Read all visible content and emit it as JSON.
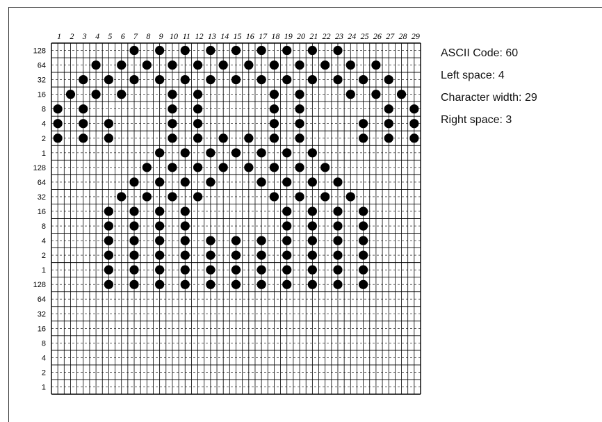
{
  "column_numbers": [
    "1",
    "2",
    "3",
    "4",
    "5",
    "6",
    "7",
    "8",
    "9",
    "10",
    "11",
    "12",
    "13",
    "14",
    "15",
    "16",
    "17",
    "18",
    "19",
    "20",
    "21",
    "22",
    "23",
    "24",
    "25",
    "26",
    "27",
    "28",
    "29"
  ],
  "row_labels": [
    "128",
    "64",
    "32",
    "16",
    "8",
    "4",
    "2",
    "1",
    "128",
    "64",
    "32",
    "16",
    "8",
    "4",
    "2",
    "1",
    "128",
    "64",
    "32",
    "16",
    "8",
    "4",
    "2",
    "1"
  ],
  "info": {
    "ascii_code": "ASCII Code: 60",
    "left_space": "Left space: 4",
    "character_width": "Character width: 29",
    "right_space": "Right space: 3"
  },
  "dots": [
    [
      7,
      0
    ],
    [
      9,
      0
    ],
    [
      11,
      0
    ],
    [
      13,
      0
    ],
    [
      15,
      0
    ],
    [
      17,
      0
    ],
    [
      19,
      0
    ],
    [
      21,
      0
    ],
    [
      23,
      0
    ],
    [
      4,
      1
    ],
    [
      6,
      1
    ],
    [
      8,
      1
    ],
    [
      10,
      1
    ],
    [
      12,
      1
    ],
    [
      14,
      1
    ],
    [
      16,
      1
    ],
    [
      18,
      1
    ],
    [
      20,
      1
    ],
    [
      22,
      1
    ],
    [
      24,
      1
    ],
    [
      26,
      1
    ],
    [
      3,
      2
    ],
    [
      5,
      2
    ],
    [
      7,
      2
    ],
    [
      9,
      2
    ],
    [
      11,
      2
    ],
    [
      13,
      2
    ],
    [
      15,
      2
    ],
    [
      17,
      2
    ],
    [
      19,
      2
    ],
    [
      21,
      2
    ],
    [
      23,
      2
    ],
    [
      25,
      2
    ],
    [
      27,
      2
    ],
    [
      2,
      3
    ],
    [
      4,
      3
    ],
    [
      6,
      3
    ],
    [
      10,
      3
    ],
    [
      12,
      3
    ],
    [
      18,
      3
    ],
    [
      20,
      3
    ],
    [
      24,
      3
    ],
    [
      26,
      3
    ],
    [
      28,
      3
    ],
    [
      1,
      4
    ],
    [
      3,
      4
    ],
    [
      10,
      4
    ],
    [
      12,
      4
    ],
    [
      18,
      4
    ],
    [
      20,
      4
    ],
    [
      27,
      4
    ],
    [
      29,
      4
    ],
    [
      1,
      5
    ],
    [
      3,
      5
    ],
    [
      5,
      5
    ],
    [
      10,
      5
    ],
    [
      12,
      5
    ],
    [
      18,
      5
    ],
    [
      20,
      5
    ],
    [
      25,
      5
    ],
    [
      27,
      5
    ],
    [
      29,
      5
    ],
    [
      1,
      6
    ],
    [
      3,
      6
    ],
    [
      5,
      6
    ],
    [
      10,
      6
    ],
    [
      12,
      6
    ],
    [
      14,
      6
    ],
    [
      16,
      6
    ],
    [
      18,
      6
    ],
    [
      20,
      6
    ],
    [
      25,
      6
    ],
    [
      27,
      6
    ],
    [
      29,
      6
    ],
    [
      9,
      7
    ],
    [
      11,
      7
    ],
    [
      13,
      7
    ],
    [
      15,
      7
    ],
    [
      17,
      7
    ],
    [
      19,
      7
    ],
    [
      21,
      7
    ],
    [
      8,
      8
    ],
    [
      10,
      8
    ],
    [
      12,
      8
    ],
    [
      14,
      8
    ],
    [
      16,
      8
    ],
    [
      18,
      8
    ],
    [
      20,
      8
    ],
    [
      22,
      8
    ],
    [
      7,
      9
    ],
    [
      9,
      9
    ],
    [
      11,
      9
    ],
    [
      13,
      9
    ],
    [
      17,
      9
    ],
    [
      19,
      9
    ],
    [
      21,
      9
    ],
    [
      23,
      9
    ],
    [
      6,
      10
    ],
    [
      8,
      10
    ],
    [
      10,
      10
    ],
    [
      12,
      10
    ],
    [
      18,
      10
    ],
    [
      20,
      10
    ],
    [
      22,
      10
    ],
    [
      24,
      10
    ],
    [
      5,
      11
    ],
    [
      7,
      11
    ],
    [
      9,
      11
    ],
    [
      11,
      11
    ],
    [
      19,
      11
    ],
    [
      21,
      11
    ],
    [
      23,
      11
    ],
    [
      25,
      11
    ],
    [
      5,
      12
    ],
    [
      7,
      12
    ],
    [
      9,
      12
    ],
    [
      11,
      12
    ],
    [
      19,
      12
    ],
    [
      21,
      12
    ],
    [
      23,
      12
    ],
    [
      25,
      12
    ],
    [
      5,
      13
    ],
    [
      7,
      13
    ],
    [
      9,
      13
    ],
    [
      11,
      13
    ],
    [
      13,
      13
    ],
    [
      15,
      13
    ],
    [
      17,
      13
    ],
    [
      19,
      13
    ],
    [
      21,
      13
    ],
    [
      23,
      13
    ],
    [
      25,
      13
    ],
    [
      5,
      14
    ],
    [
      7,
      14
    ],
    [
      9,
      14
    ],
    [
      11,
      14
    ],
    [
      13,
      14
    ],
    [
      15,
      14
    ],
    [
      17,
      14
    ],
    [
      19,
      14
    ],
    [
      21,
      14
    ],
    [
      23,
      14
    ],
    [
      25,
      14
    ],
    [
      5,
      15
    ],
    [
      7,
      15
    ],
    [
      9,
      15
    ],
    [
      11,
      15
    ],
    [
      13,
      15
    ],
    [
      15,
      15
    ],
    [
      17,
      15
    ],
    [
      19,
      15
    ],
    [
      21,
      15
    ],
    [
      23,
      15
    ],
    [
      25,
      15
    ],
    [
      5,
      16
    ],
    [
      7,
      16
    ],
    [
      9,
      16
    ],
    [
      11,
      16
    ],
    [
      13,
      16
    ],
    [
      15,
      16
    ],
    [
      17,
      16
    ],
    [
      19,
      16
    ],
    [
      21,
      16
    ],
    [
      23,
      16
    ],
    [
      25,
      16
    ]
  ]
}
